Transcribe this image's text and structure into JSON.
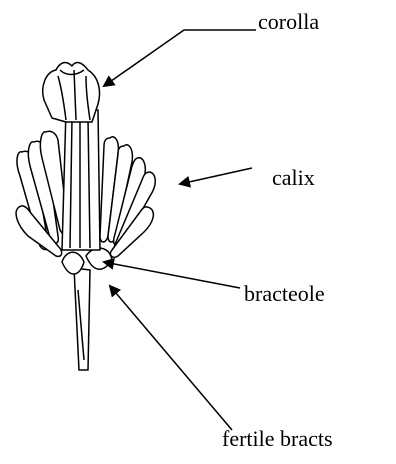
{
  "diagram": {
    "labels": {
      "corolla": "corolla",
      "calix": "calix",
      "bracteole": "bracteole",
      "fertile_bracts": "fertile bracts"
    },
    "colors": {
      "ink": "#000000",
      "background": "#ffffff"
    }
  }
}
